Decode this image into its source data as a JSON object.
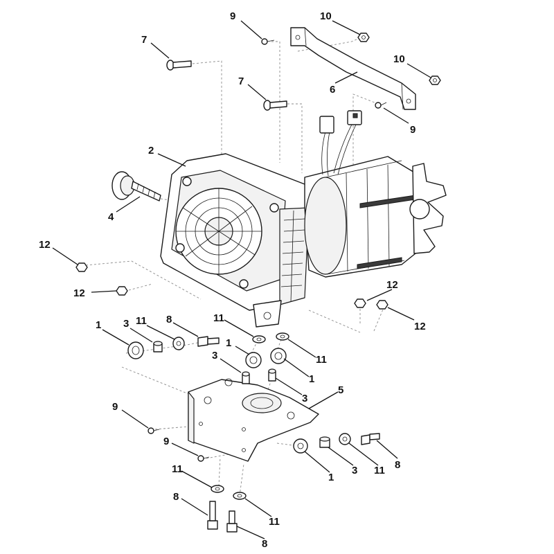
{
  "callouts": {
    "c1a": "1",
    "c1b": "1",
    "c1c": "1",
    "c1d": "1",
    "c2": "2",
    "c3a": "3",
    "c3b": "3",
    "c3c": "3",
    "c3d": "3",
    "c4": "4",
    "c5": "5",
    "c6": "6",
    "c7a": "7",
    "c7b": "7",
    "c8a": "8",
    "c8b": "8",
    "c8c": "8",
    "c8d": "8",
    "c9a": "9",
    "c9b": "9",
    "c9c": "9",
    "c9d": "9",
    "c10a": "10",
    "c10b": "10",
    "c11a": "11",
    "c11b": "11",
    "c11c": "11",
    "c11d": "11",
    "c11e": "11",
    "c12a": "12",
    "c12b": "12",
    "c12c": "12",
    "c12d": "12"
  },
  "colors": {
    "ink": "#111111",
    "background": "#ffffff",
    "leader_dash": "#8a8a8a"
  }
}
